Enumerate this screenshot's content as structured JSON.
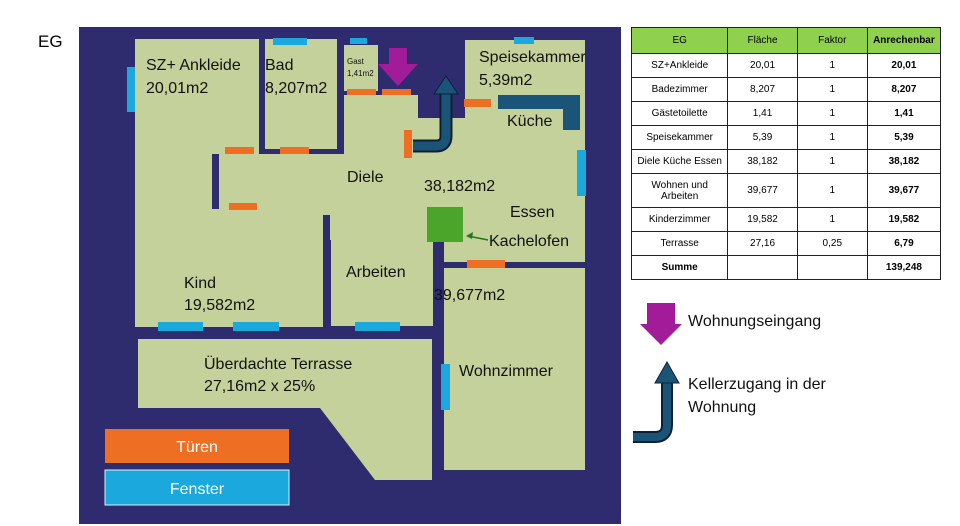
{
  "page": {
    "heading": "EG"
  },
  "rooms": {
    "sz": {
      "name": "SZ+ Ankleide",
      "area": "20,01m2"
    },
    "bad": {
      "name": "Bad",
      "area": "8,207m2"
    },
    "gast": {
      "name": "Gast",
      "area": "1,41m2"
    },
    "speise": {
      "name": "Speisekammer",
      "area": "5,39m2"
    },
    "kueche": {
      "name": "Küche"
    },
    "diele": {
      "name": "Diele",
      "area": "38,182m2"
    },
    "essen": {
      "name": "Essen"
    },
    "kachelofen": {
      "name": "Kachelofen"
    },
    "kind": {
      "name": "Kind",
      "area": "19,582m2"
    },
    "arbeiten": {
      "name": "Arbeiten"
    },
    "wohnen_area": {
      "area": "39,677m2"
    },
    "terrasse": {
      "name": "Überdachte Terrasse",
      "area": "27,16m2 x 25%"
    },
    "wohnzimmer": {
      "name": "Wohnzimmer"
    }
  },
  "plan_legend": {
    "doors": "Türen",
    "windows": "Fenster"
  },
  "table": {
    "headers": [
      "EG",
      "Fläche",
      "Faktor",
      "Anrechenbar"
    ],
    "rows": [
      [
        "SZ+Ankleide",
        "20,01",
        "1",
        "20,01"
      ],
      [
        "Badezimmer",
        "8,207",
        "1",
        "8,207"
      ],
      [
        "Gästetoilette",
        "1,41",
        "1",
        "1,41"
      ],
      [
        "Speisekammer",
        "5,39",
        "1",
        "5,39"
      ],
      [
        "Diele Küche Essen",
        "38,182",
        "1",
        "38,182"
      ],
      [
        "Wohnen und Arbeiten",
        "39,677",
        "1",
        "39,677"
      ],
      [
        "Kinderzimmer",
        "19,582",
        "1",
        "19,582"
      ],
      [
        "Terrasse",
        "27,16",
        "0,25",
        "6,79"
      ]
    ],
    "sum": [
      "Summe",
      "",
      "",
      "139,248"
    ]
  },
  "legend": {
    "entrance": "Wohnungseingang",
    "cellar_line1": "Kellerzugang in der",
    "cellar_line2": "Wohnung"
  },
  "colors": {
    "background": "#2e2c6e",
    "room": "#c4d19a",
    "door": "#ee6f24",
    "window": "#1aa8dd",
    "entrance_arrow": "#a21c9a",
    "cellar_arrow": "#1a5578",
    "stove": "#4ba52b",
    "table_header": "#8fd14f"
  }
}
